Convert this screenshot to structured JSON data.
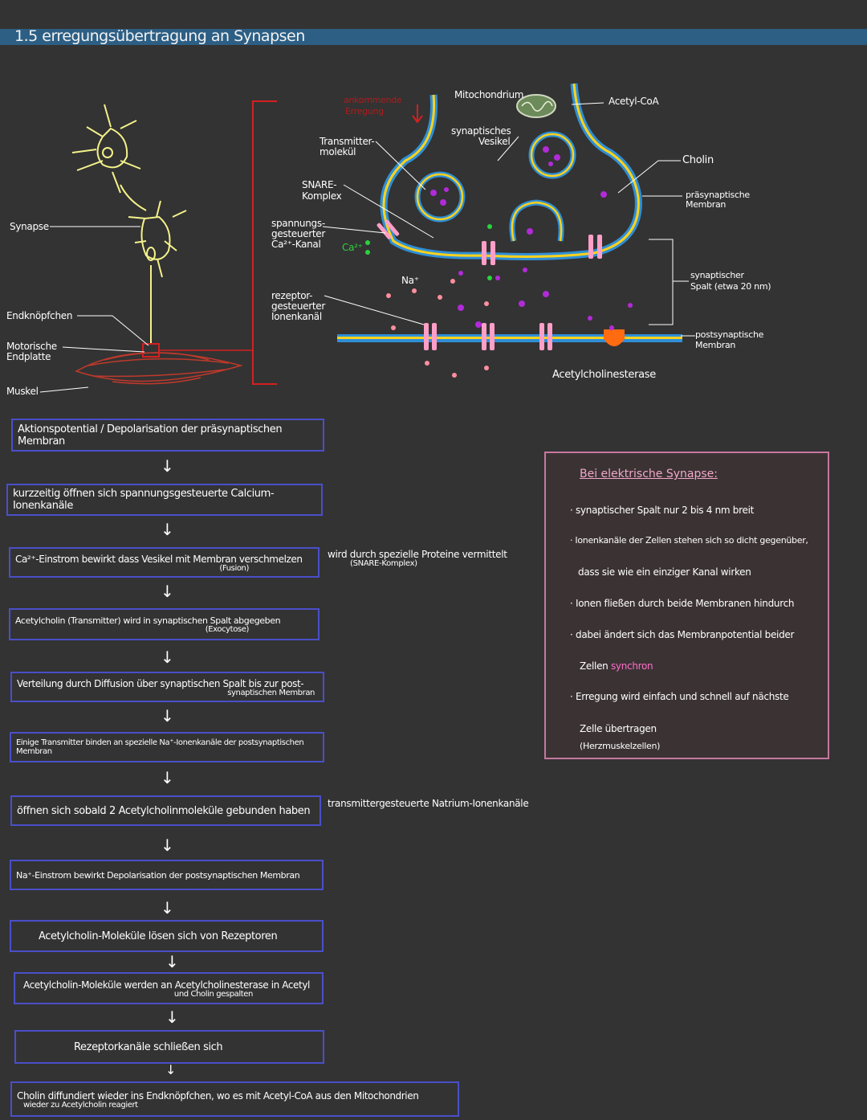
{
  "title": "1.5 erregungsübertragung an Synapsen",
  "neuron_labels": {
    "synapse": "Synapse",
    "endknoepfchen": "Endknöpfchen",
    "motorische_endplatte_1": "Motorische",
    "motorische_endplatte_2": "Endplatte",
    "muskel": "Muskel"
  },
  "synapse_labels": {
    "erregung_1": "ankommende",
    "erregung_2": "Erregung",
    "mitochondrium": "Mitochondrium",
    "acetyl_coa": "Acetyl-CoA",
    "transmitter_1": "Transmitter-",
    "transmitter_2": "molekül",
    "vesikel_1": "synaptisches",
    "vesikel_2": "Vesikel",
    "cholin": "Cholin",
    "snare_1": "SNARE-",
    "snare_2": "Komplex",
    "praesynaptisch_1": "präsynaptische",
    "praesynaptisch_2": "Membran",
    "spannung_1": "spannungs-",
    "spannung_2": "gesteuerter",
    "spannung_3": "Ca²⁺-Kanal",
    "ca": "Ca²⁺",
    "na": "Na⁺",
    "spalt_1": "synaptischer",
    "spalt_2": "Spalt (etwa 20 nm)",
    "rezeptor_1": "rezeptor-",
    "rezeptor_2": "gesteuerter",
    "rezeptor_3": "Ionenkanäl",
    "postsynaptisch_1": "postsynaptische",
    "postsynaptisch_2": "Membran",
    "acetylcholinesterase": "Acetylcholinesterase"
  },
  "steps": [
    {
      "text": "Aktionspotential / Depolarisation der präsynaptischen Membran",
      "sub": ""
    },
    {
      "text": "kurzzeitig öffnen sich spannungsgesteuerte Calcium-Ionenkanäle",
      "sub": ""
    },
    {
      "text": "Ca²⁺-Einstrom bewirkt dass Vesikel mit Membran verschmelzen",
      "sub": "(Fusion)"
    },
    {
      "text": "Acetylcholin (Transmitter) wird in synaptischen Spalt abgegeben",
      "sub": "(Exocytose)"
    },
    {
      "text": "Verteilung durch Diffusion über synaptischen Spalt bis zur post-",
      "sub": "synaptischen Membran"
    },
    {
      "text": "Einige Transmitter binden an spezielle Na⁺-Ionenkanäle der postsynaptischen Membran",
      "sub": ""
    },
    {
      "text": "öffnen sich sobald 2 Acetylcholinmoleküle gebunden haben",
      "sub": ""
    },
    {
      "text": "Na⁺-Einstrom bewirkt Depolarisation der postsynaptischen Membran",
      "sub": ""
    },
    {
      "text": "Acetylcholin-Moleküle lösen sich von Rezeptoren",
      "sub": ""
    },
    {
      "text": "Acetylcholin-Moleküle werden an Acetylcholinesterase in Acetyl",
      "sub": "und Cholin gespalten"
    },
    {
      "text": "Rezeptorkanäle schließen sich",
      "sub": ""
    },
    {
      "text": "Cholin diffundiert wieder ins Endknöpfchen, wo es mit Acetyl-CoA aus den Mitochondrien",
      "sub": "wieder zu Acetylcholin reagiert"
    }
  ],
  "arrow_glyph": "↓",
  "notes": {
    "snare_1": "wird durch spezielle Proteine vermittelt",
    "snare_2": "(SNARE-Komplex)",
    "natrium": "transmittergesteuerte Natrium-Ionenkanäle"
  },
  "electric": {
    "heading": "Bei elektrische Synapse:",
    "lines": [
      "· synaptischer Spalt nur 2 bis 4 nm breit",
      "· Ionenkanäle der Zellen stehen sich so dicht gegenüber,",
      "dass sie wie ein einziger Kanal wirken",
      "· Ionen fließen durch beide Membranen hindurch",
      "· dabei ändert sich das Membranpotential beider",
      "Zellen",
      "· Erregung wird einfach und schnell auf nächste",
      "Zelle übertragen",
      "(Herzmuskelzellen)"
    ],
    "synchron": "synchron"
  },
  "colors": {
    "background": "#333333",
    "title_bar": "#2d5f85",
    "box_border": "#4a4fc9",
    "membrane_yellow": "#ffd21a",
    "membrane_blue": "#2f8fd6",
    "transmitter_purple": "#b12bd8",
    "na_pink": "#ff8f9e",
    "ca_green": "#29d33c",
    "receptor_pink": "#ff9fc8",
    "esterase_orange": "#ff6b10",
    "neuron_yellow": "#f4f28a",
    "muscle_red": "#c0392b",
    "electric_border": "#c678a0"
  }
}
